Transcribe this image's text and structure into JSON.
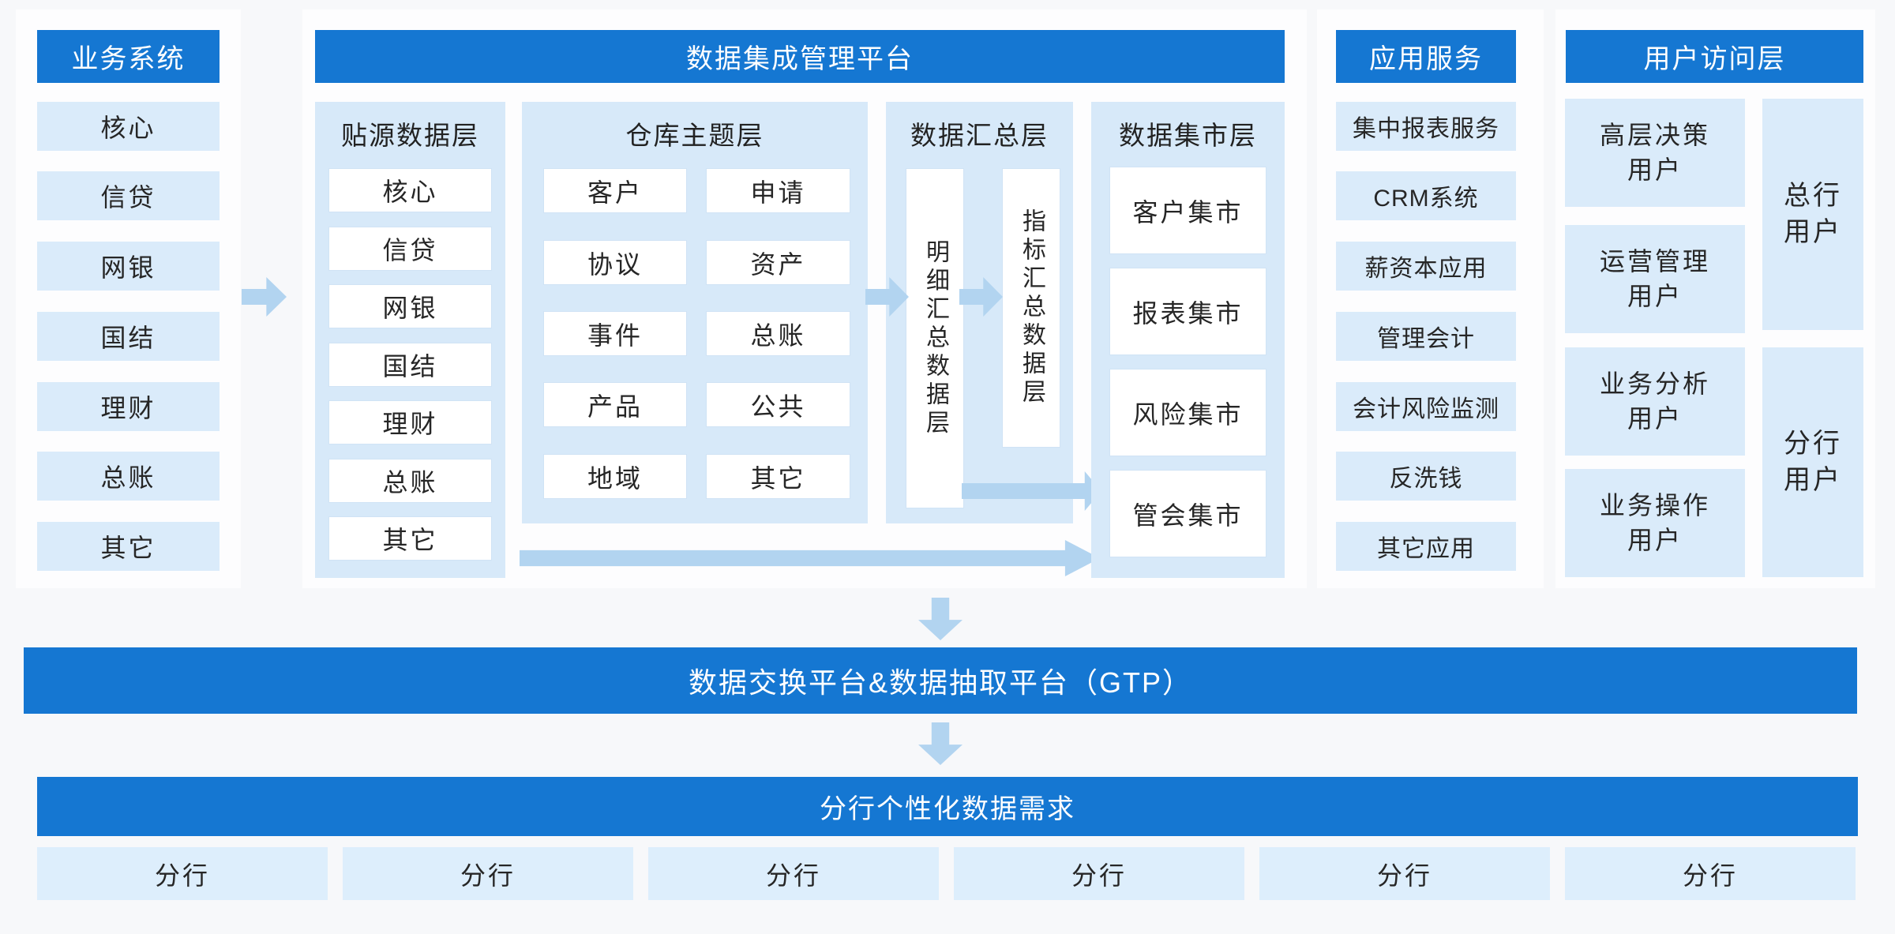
{
  "colors": {
    "header_blue": "#1577d2",
    "panel_light_blue": "#d7e9f9",
    "item_light_blue": "#daebfa",
    "arrow_blue": "#b2d4f0",
    "box_white": "#ffffff",
    "text_dark": "#262626"
  },
  "business_systems": {
    "title": "业务系统",
    "items": [
      "核心",
      "信贷",
      "网银",
      "国结",
      "理财",
      "总账",
      "其它"
    ]
  },
  "platform": {
    "title": "数据集成管理平台",
    "source_layer": {
      "title": "贴源数据层",
      "items": [
        "核心",
        "信贷",
        "网银",
        "国结",
        "理财",
        "总账",
        "其它"
      ]
    },
    "warehouse_layer": {
      "title": "仓库主题层",
      "items": [
        "客户",
        "申请",
        "协议",
        "资产",
        "事件",
        "总账",
        "产品",
        "公共",
        "地域",
        "其它"
      ]
    },
    "summary_layer": {
      "title": "数据汇总层",
      "detail_box": "明细汇总数据层",
      "indicator_box": "指标汇总数据层"
    },
    "mart_layer": {
      "title": "数据集市层",
      "items": [
        "客户集市",
        "报表集市",
        "风险集市",
        "管会集市"
      ]
    }
  },
  "app_services": {
    "title": "应用服务",
    "items": [
      "集中报表服务",
      "CRM系统",
      "薪资本应用",
      "管理会计",
      "会计风险监测",
      "反洗钱",
      "其它应用"
    ]
  },
  "user_access": {
    "title": "用户访问层",
    "user_groups": [
      [
        "高层决策",
        "用户"
      ],
      [
        "运营管理",
        "用户"
      ],
      [
        "业务分析",
        "用户"
      ],
      [
        "业务操作",
        "用户"
      ]
    ],
    "bank_groups": [
      [
        "总行",
        "用户"
      ],
      [
        "分行",
        "用户"
      ]
    ]
  },
  "gtp_bar": {
    "label": "数据交换平台&数据抽取平台（GTP）"
  },
  "branch_section": {
    "title": "分行个性化数据需求",
    "items": [
      "分行",
      "分行",
      "分行",
      "分行",
      "分行",
      "分行"
    ]
  }
}
